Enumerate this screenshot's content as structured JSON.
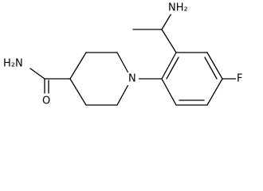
{
  "molecule": {
    "atoms": {
      "amide_n": {
        "symbol": "H₂N",
        "color": "#000000"
      },
      "amide_o": {
        "symbol": "O",
        "color": "#000000"
      },
      "ring_n": {
        "symbol": "N",
        "color": "#000000"
      },
      "fluorine": {
        "symbol": "F",
        "color": "#000000"
      },
      "amine_n": {
        "symbol": "NH₂",
        "color": "#000000"
      }
    }
  }
}
